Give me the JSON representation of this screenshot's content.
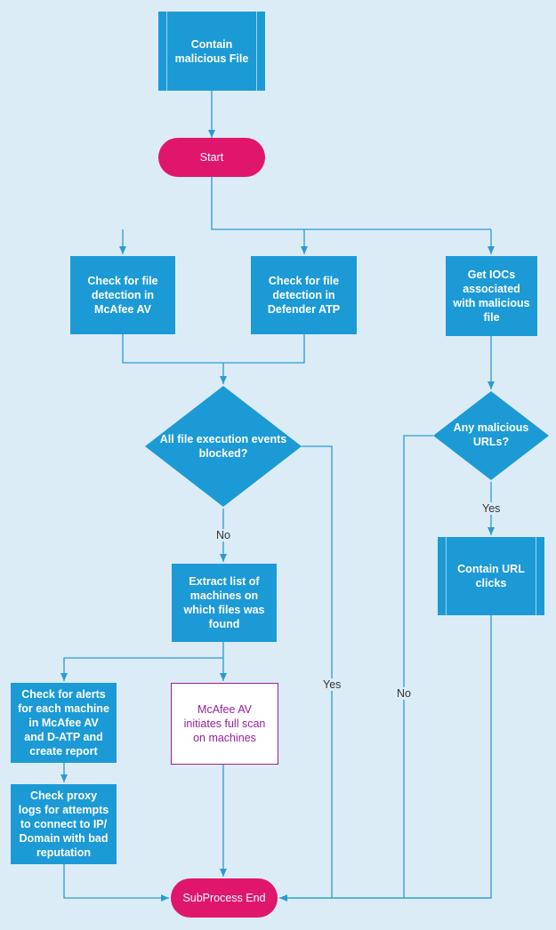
{
  "colors": {
    "process": "#1c9ad6",
    "terminal": "#e0166c",
    "connector": "#2b9ad4",
    "note_border": "#9a1e9f",
    "background": "#dcecf7"
  },
  "nodes": {
    "contain_file": "Contain malicious File",
    "start": "Start",
    "check_mcafee": "Check for file detection in McAfee AV",
    "check_defender": "Check for file detection in Defender ATP",
    "get_iocs": "Get IOCs associated with malicious file",
    "all_blocked": "All file execution events blocked?",
    "any_urls": "Any malicious URLs?",
    "extract_list": "Extract list of machines on which files was found",
    "contain_url": "Contain URL clicks",
    "check_alerts": "Check for alerts for each machine in McAfee AV and D-ATP and create report",
    "mcafee_scan": "McAfee AV initiates full scan on machines",
    "check_proxy": "Check proxy logs for attempts to connect to IP/ Domain with bad reputation",
    "end": "SubProcess End"
  },
  "labels": {
    "no_blocked": "No",
    "yes_blocked": "Yes",
    "yes_urls": "Yes",
    "no_urls": "No"
  }
}
